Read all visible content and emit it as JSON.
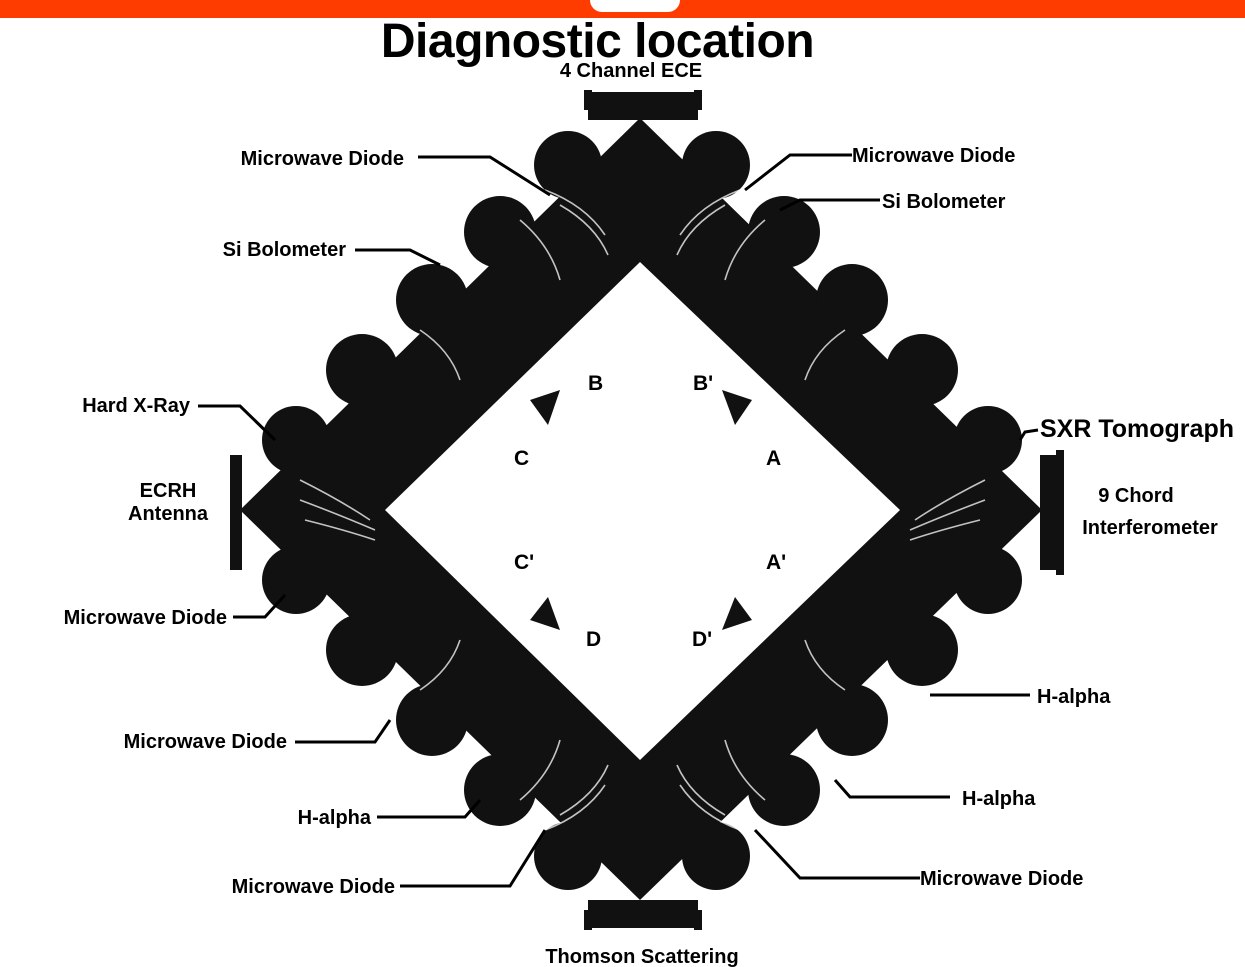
{
  "title": "Diagnostic location",
  "colors": {
    "banner": "#ff3c00",
    "device": "#111111",
    "text": "#000000"
  },
  "ports": {
    "top": "4 Channel ECE",
    "bottom": "Thomson Scattering",
    "left_line1": "ECRH",
    "left_line2": "Antenna",
    "right_line1": "9 Chord",
    "right_line2": "Interferometer"
  },
  "diagnostics": {
    "microwave_diode_ul": "Microwave Diode",
    "microwave_diode_ur": "Microwave Diode",
    "si_bolometer_l": "Si Bolometer",
    "si_bolometer_r": "Si Bolometer",
    "hard_xray": "Hard X-Ray",
    "sxr_tomograph": "SXR Tomograph",
    "microwave_diode_ml": "Microwave Diode",
    "microwave_diode_ll": "Microwave Diode",
    "h_alpha_lr1": "H-alpha",
    "h_alpha_lr2": "H-alpha",
    "h_alpha_ll": "H-alpha",
    "microwave_diode_bl": "Microwave Diode",
    "microwave_diode_br": "Microwave Diode"
  },
  "sections": {
    "B": "B",
    "B_prime": "B'",
    "C": "C",
    "A": "A",
    "C_prime": "C'",
    "A_prime": "A'",
    "D": "D",
    "D_prime": "D'"
  }
}
